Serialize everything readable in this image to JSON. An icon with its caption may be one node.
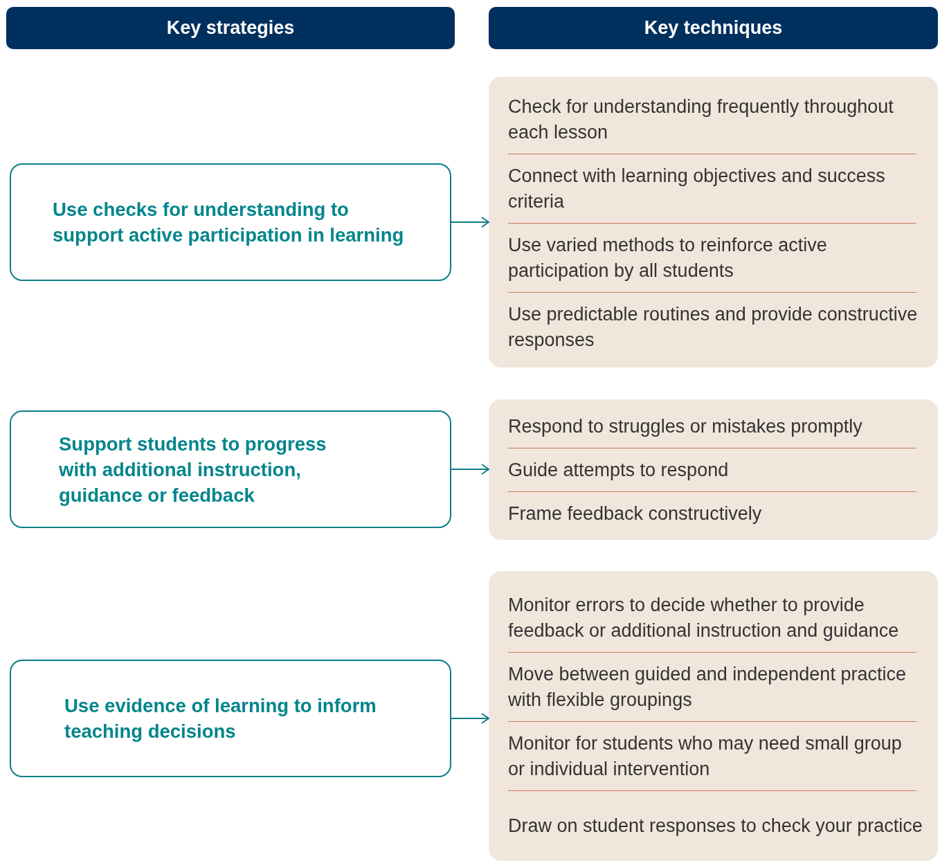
{
  "diagram": {
    "nodes": [
      {
        "text": [
          "Key strategies"
        ]
      },
      {
        "text": [
          "Key techniques"
        ]
      },
      {
        "text": [
          "Use checks for understanding to support active participation in learning"
        ]
      },
      {
        "text": [],
        "shape": "box"
      },
      {
        "text": [
          "Check for understanding frequently throughout each lesson"
        ],
        "in": 3
      },
      {
        "text": [
          "Connect with learning objectives and success criteria"
        ],
        "in": 3
      },
      {
        "text": [
          "Use varied methods to reinforce active participation by all students"
        ],
        "in": 3
      },
      {
        "text": [
          "Use predictable routines and provide constructive responses"
        ],
        "in": 3
      },
      {
        "text": [
          "Support students to progress with additional instruction, guidance or feedback"
        ]
      },
      {
        "text": [],
        "shape": "box"
      },
      {
        "text": [
          "Respond to struggles or mistakes promptly"
        ],
        "in": 9
      },
      {
        "text": [
          "Guide attempts to respond"
        ],
        "in": 9
      },
      {
        "text": [
          "Frame feedback constructively"
        ],
        "in": 9
      },
      {
        "text": [
          "Use evidence of learning to inform teaching decisions"
        ]
      },
      {
        "text": [],
        "shape": "box"
      },
      {
        "text": [
          "Monitor errors to decide whether to provide feedback or additional instruction and guidance"
        ],
        "in": 14
      },
      {
        "text": [
          "Move between guided and independent practice with flexible groupings"
        ],
        "in": 14
      },
      {
        "text": [
          "Monitor for students who may need small group or individual intervention"
        ],
        "in": 14
      },
      {
        "text": [
          "Draw on student responses to check your practice"
        ],
        "in": 14
      }
    ],
    "edges": [
      {
        "from": 2,
        "to": 3,
        "arrow": "to"
      },
      {
        "from": 8,
        "to": 9,
        "arrow": "to"
      },
      {
        "from": 13,
        "to": 14,
        "arrow": "to"
      }
    ]
  }
}
